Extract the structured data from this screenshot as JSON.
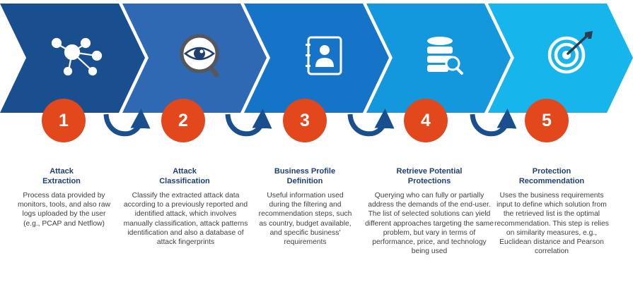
{
  "colors": {
    "step1": "#1a4f8f",
    "step2": "#2f69b3",
    "step3": "#1674c8",
    "step4": "#1398de",
    "step5": "#16b5ec",
    "badge": "#e2481c",
    "curl": "#1a4f8f"
  },
  "steps": [
    {
      "number": "1",
      "icon": "network-nodes-icon",
      "title": "Attack\nExtraction",
      "description": "Process data provided by monitors, tools, and also raw logs uploaded by the user (e.g., PCAP and Netflow)"
    },
    {
      "number": "2",
      "icon": "eye-magnifier-icon",
      "title": "Attack\nClassification",
      "description": "Classify the extracted attack data according to a previously reported and identified attack, which involves manually classification, attack patterns identification and also a database of attack fingerprints"
    },
    {
      "number": "3",
      "icon": "contact-book-icon",
      "title": "Business Profile\nDefinition",
      "description": "Useful information used during the filtering and recommendation steps, such as country, budget available, and specific business' requirements"
    },
    {
      "number": "4",
      "icon": "database-search-icon",
      "title": "Retrieve Potential\nProtections",
      "description": "Querying who can fully or partially address the demands of the end-user. The list of selected solutions can yield different approaches targeting the same problem, but vary in terms of performance, price, and technology being used"
    },
    {
      "number": "5",
      "icon": "target-dart-icon",
      "title": "Protection\nRecommendation",
      "description": "Uses the business requirements input to define which solution from the retrieved list is the optimal recommendation. This step is relies on similarity measures, e.g., Euclidean distance and Pearson correlation"
    }
  ]
}
